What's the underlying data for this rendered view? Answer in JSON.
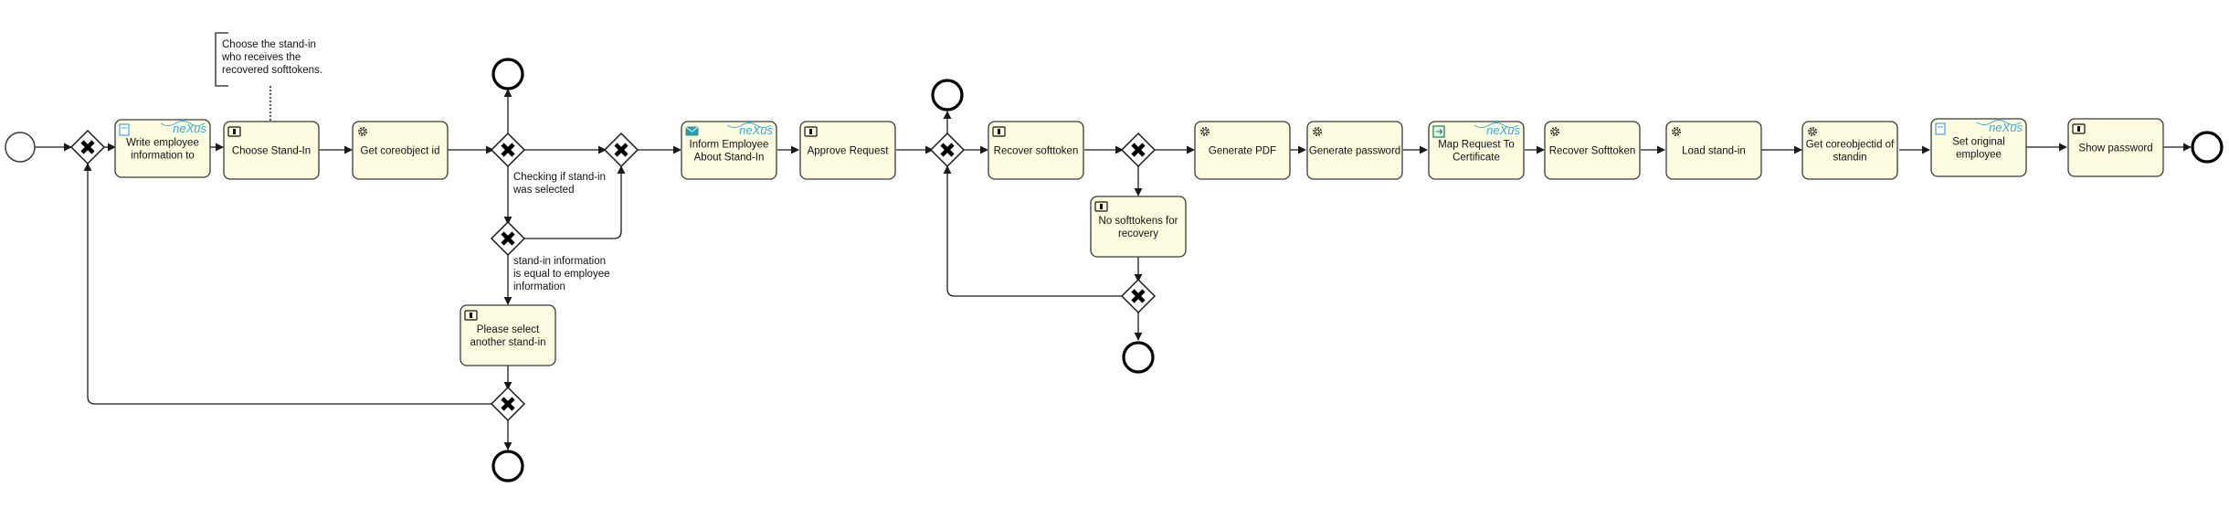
{
  "tasks": [
    {
      "id": "t1",
      "label": [
        "Write employee",
        "information to"
      ],
      "icon": "form-icon",
      "nexus": true
    },
    {
      "id": "t2",
      "label": [
        "Choose Stand-In"
      ],
      "icon": "user-task-icon",
      "nexus": false
    },
    {
      "id": "t3",
      "label": [
        "Get coreobject id"
      ],
      "icon": "gear-icon",
      "nexus": false
    },
    {
      "id": "t4",
      "label": [
        "Inform Employee",
        "About Stand-In"
      ],
      "icon": "mail-icon",
      "nexus": true
    },
    {
      "id": "t5",
      "label": [
        "Approve Request"
      ],
      "icon": "user-task-icon",
      "nexus": false
    },
    {
      "id": "t6",
      "label": [
        "Recover softtoken"
      ],
      "icon": "user-task-icon",
      "nexus": false
    },
    {
      "id": "t7",
      "label": [
        "No softtokens for",
        "recovery"
      ],
      "icon": "user-task-icon",
      "nexus": false
    },
    {
      "id": "t8",
      "label": [
        "Please select",
        "another stand-in"
      ],
      "icon": "user-task-icon",
      "nexus": false
    },
    {
      "id": "t9",
      "label": [
        "Generate PDF"
      ],
      "icon": "gear-icon",
      "nexus": false
    },
    {
      "id": "t10",
      "label": [
        "Generate password"
      ],
      "icon": "gear-icon",
      "nexus": false
    },
    {
      "id": "t11",
      "label": [
        "Map Request To",
        "Certificate"
      ],
      "icon": "map-icon",
      "nexus": true
    },
    {
      "id": "t12",
      "label": [
        "Recover Softtoken"
      ],
      "icon": "gear-icon",
      "nexus": false
    },
    {
      "id": "t13",
      "label": [
        "Load stand-in"
      ],
      "icon": "gear-icon",
      "nexus": false
    },
    {
      "id": "t14",
      "label": [
        "Get coreobjectid of",
        "standin"
      ],
      "icon": "gear-icon",
      "nexus": false
    },
    {
      "id": "t15",
      "label": [
        "Set original",
        "employee"
      ],
      "icon": "form-icon",
      "nexus": true
    },
    {
      "id": "t16",
      "label": [
        "Show password"
      ],
      "icon": "user-task-icon",
      "nexus": false
    }
  ],
  "labels": {
    "annotation": [
      "Choose the stand-in",
      "who receives the",
      "recovered softtokens."
    ],
    "gateway_check": [
      "Checking if stand-in",
      "was selected"
    ],
    "gateway_equal": [
      "stand-in information",
      "is equal to employee",
      "information"
    ],
    "nexus_logo": "neXus"
  }
}
